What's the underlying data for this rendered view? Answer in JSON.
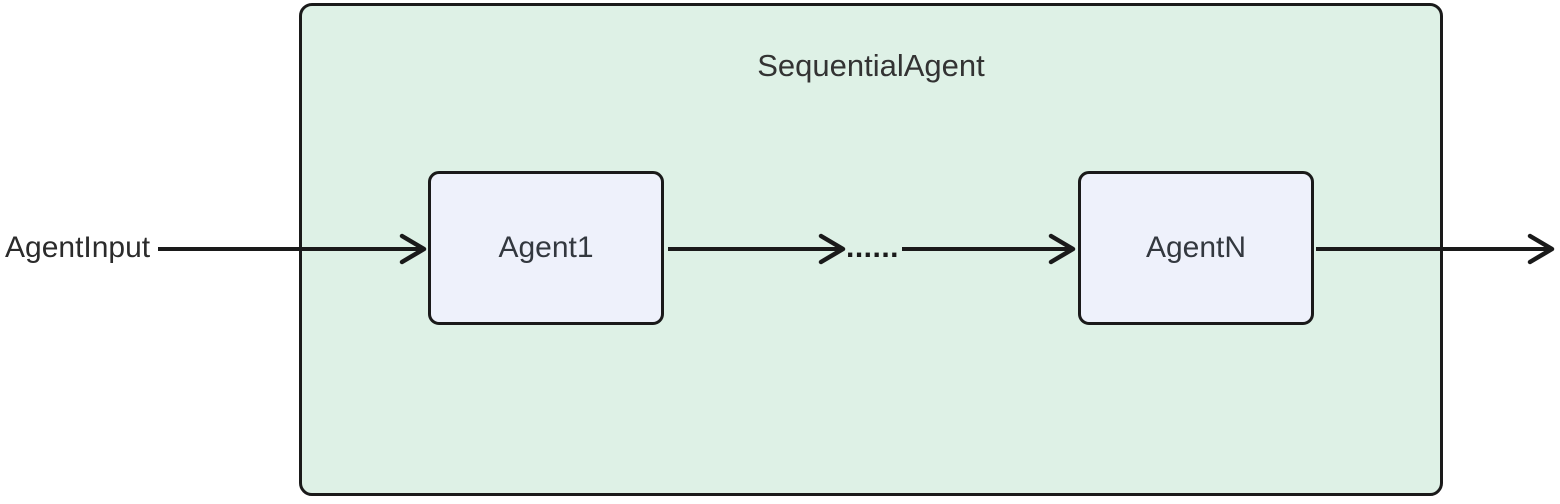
{
  "diagram": {
    "container": {
      "label": "SequentialAgent",
      "fill_color": "#def1e6",
      "border_color": "#1a1a1a"
    },
    "nodes": [
      {
        "id": "agent1",
        "label": "Agent1",
        "fill_color": "#eef1fb",
        "border_color": "#1a1a1a"
      },
      {
        "id": "agentN",
        "label": "AgentN",
        "fill_color": "#eef1fb",
        "border_color": "#1a1a1a"
      }
    ],
    "input_label": "AgentInput",
    "ellipsis_label": "......",
    "arrow_color": "#1a1a1a",
    "flow": "AgentInput -> Agent1 -> ...... -> AgentN -> out"
  }
}
